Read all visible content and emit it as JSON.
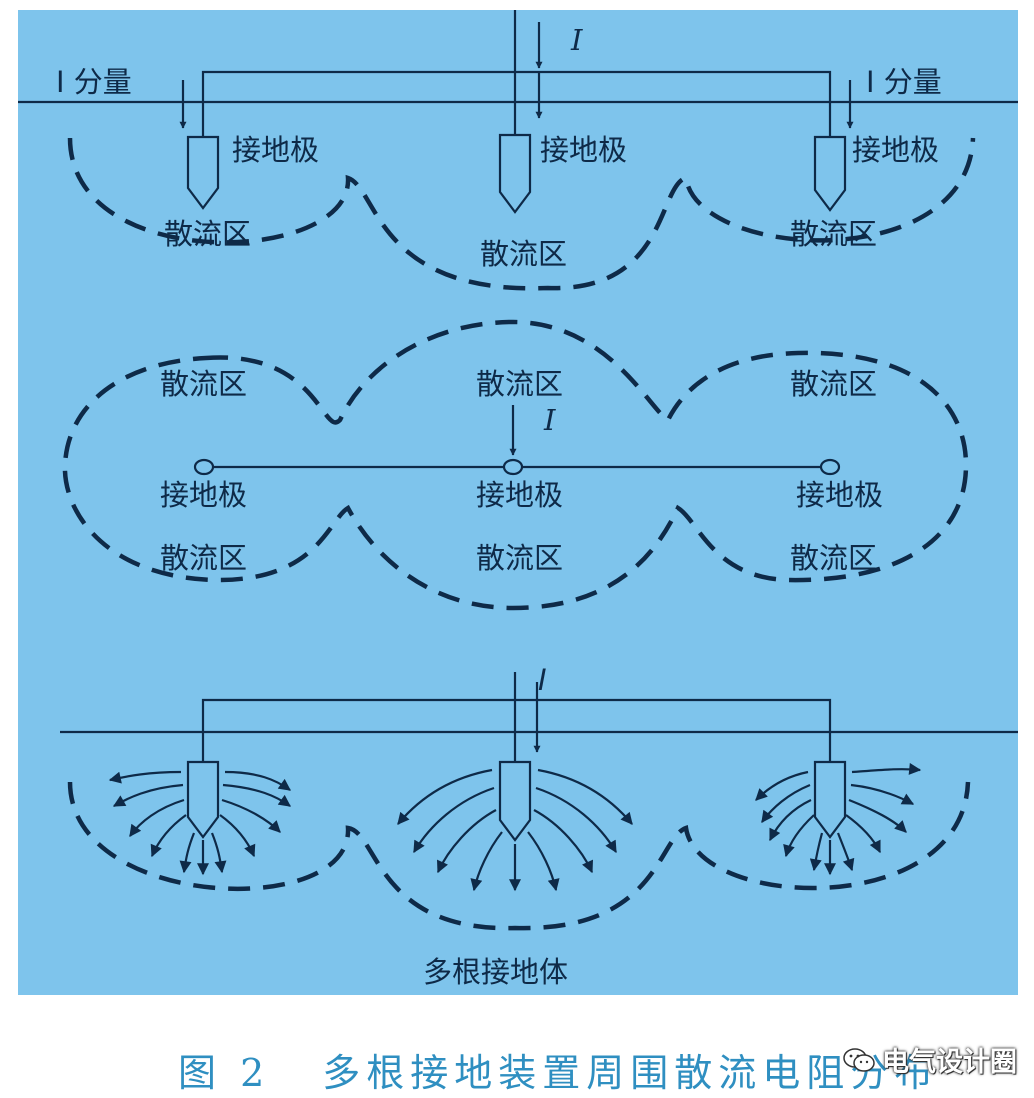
{
  "diagram": {
    "top": {
      "current_label": "I",
      "left_component_label": "I 分量",
      "right_component_label": "I 分量",
      "electrode_labels": [
        "接地极",
        "接地极",
        "接地极"
      ],
      "zone_labels": [
        "散流区",
        "散流区",
        "散流区"
      ]
    },
    "middle": {
      "current_label": "I",
      "zone_labels_top": [
        "散流区",
        "散流区",
        "散流区"
      ],
      "electrode_labels": [
        "接地极",
        "接地极",
        "接地极"
      ],
      "zone_labels_bottom": [
        "散流区",
        "散流区",
        "散流区"
      ]
    },
    "bottom": {
      "current_label": "I",
      "title": "多根接地体"
    }
  },
  "caption": {
    "figure_number": "图 2",
    "title": "多根接地装置周围散流电阻分布"
  },
  "watermark": {
    "icon": "wechat-icon",
    "text": "电气设计圈"
  },
  "colors": {
    "background": "#7ec4ec",
    "ink": "#0e2a48",
    "caption": "#2f8fc1"
  }
}
